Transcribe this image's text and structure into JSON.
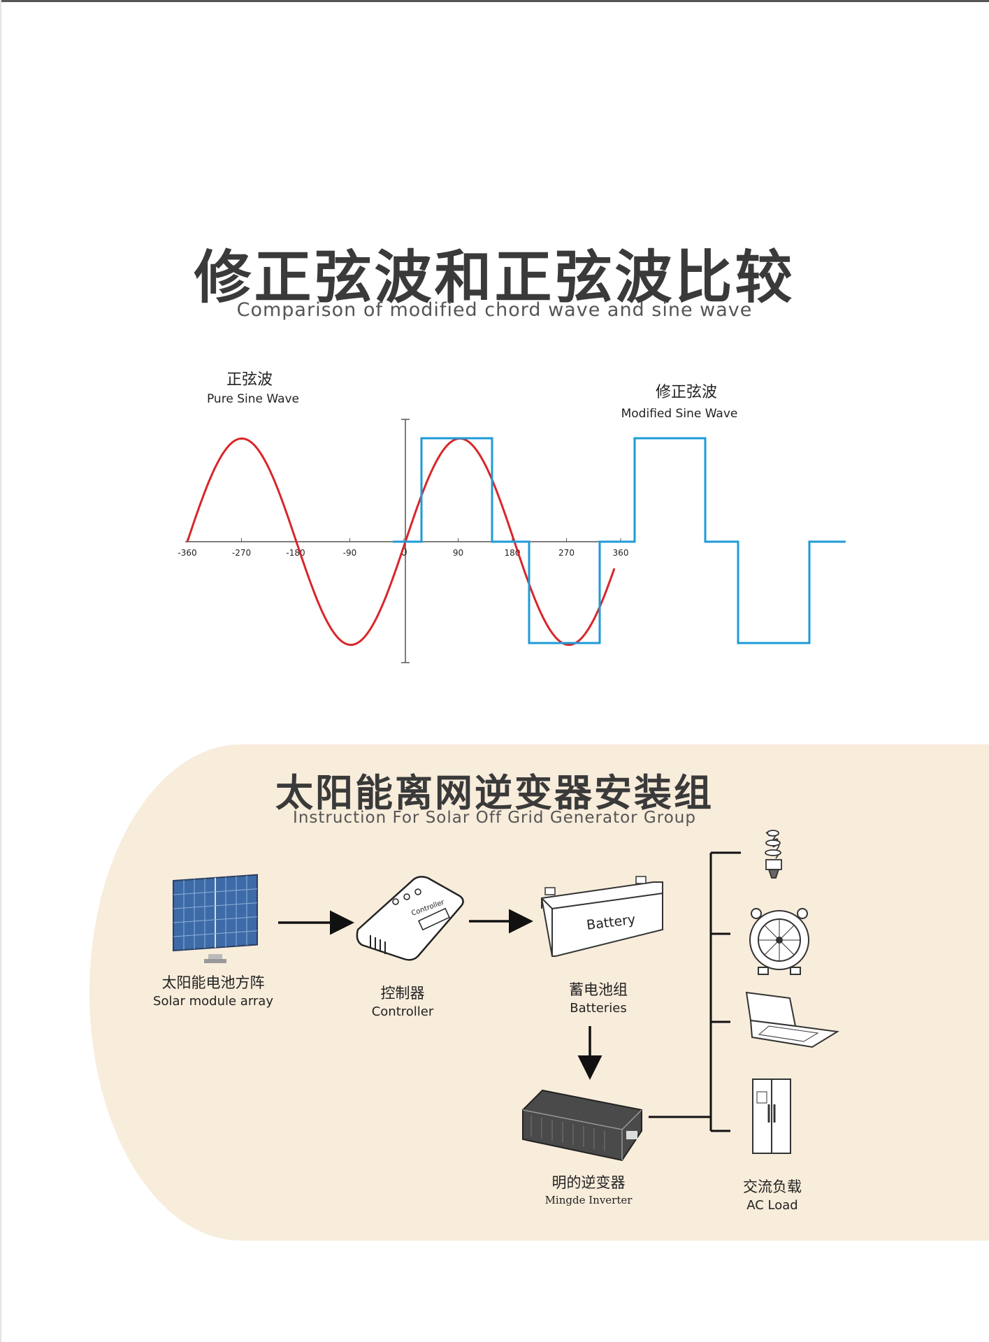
{
  "header": {
    "title_cn": "修正弦波和正弦波比较",
    "subtitle_en": "Comparison of modified chord wave and sine wave"
  },
  "chart": {
    "sine_label_cn": "正弦波",
    "sine_label_en": "Pure Sine Wave",
    "modified_label_cn": "修正弦波",
    "modified_label_en": "Modified Sine Wave",
    "tick_labels": [
      "-360",
      "-270",
      "-180",
      "-90",
      "0",
      "90",
      "180",
      "270",
      "360"
    ],
    "colors": {
      "sine": "#d8262a",
      "modified": "#1e9bd7",
      "axis": "#555555"
    }
  },
  "install": {
    "title_cn": "太阳能离网逆变器安装组",
    "subtitle_en": "Instruction For Solar Off Grid Generator Group",
    "components": {
      "solar": {
        "cn": "太阳能电池方阵",
        "en": "Solar module array"
      },
      "controller": {
        "cn": "控制器",
        "en": "Controller"
      },
      "batteries": {
        "cn": "蓄电池组",
        "en": "Batteries"
      },
      "inverter": {
        "cn": "明的逆变器",
        "en": "Mingde Inverter"
      },
      "load": {
        "cn": "交流负载",
        "en": "AC Load"
      }
    },
    "device_text": {
      "battery": "Battery",
      "controller": "Controller"
    },
    "load_icons": [
      "light-bulb-icon",
      "fan-heater-icon",
      "laptop-icon",
      "refrigerator-icon"
    ],
    "panel_color": "#f8ecdb"
  }
}
